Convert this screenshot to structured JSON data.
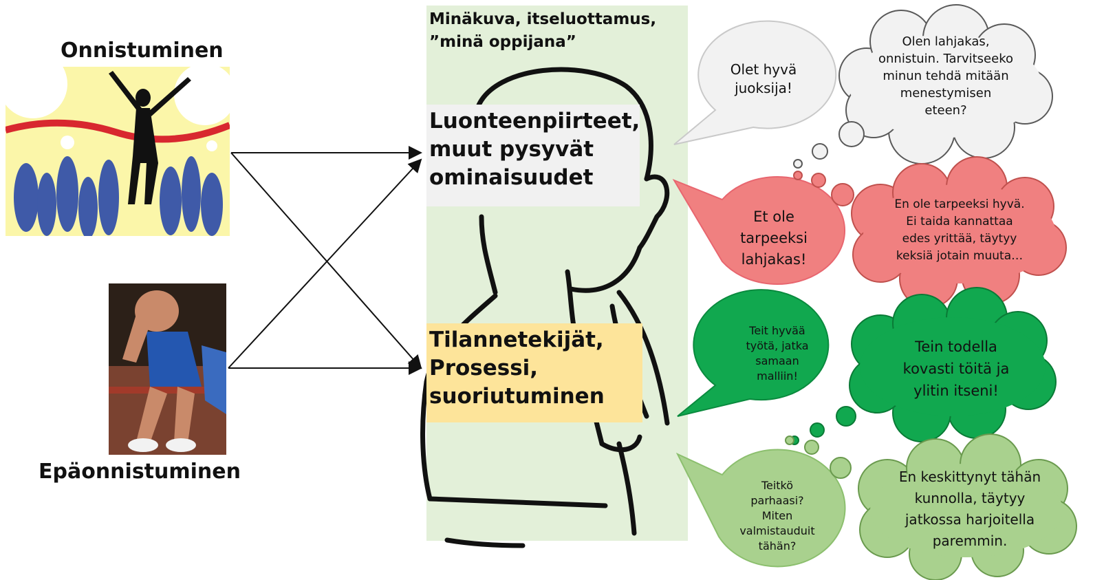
{
  "left": {
    "success_label": "Onnistuminen",
    "failure_label": "Epäonnistuminen",
    "success_image_icon": "finish-line-runners-image",
    "failure_image_icon": "dejected-athlete-image"
  },
  "panel": {
    "title_line1": "Minäkuva, itseluottamus,",
    "title_line2": "”minä oppijana”",
    "stable_box": [
      "Luonteenpiirteet,",
      "muut pysyvät",
      "ominaisuudet"
    ],
    "situational_box": [
      "Tilannetekijät,",
      "Prosessi,",
      "suoriutuminen"
    ]
  },
  "rows": [
    {
      "speech": [
        "Olet hyvä",
        "juoksija!"
      ],
      "thought": [
        "Olen lahjakas,",
        "onnistuin. Tarvitseeko",
        "minun tehdä mitään",
        "menestymisen",
        "eteen?"
      ],
      "color": "#d9d9d9",
      "fill": "#f2f2f2"
    },
    {
      "speech": [
        "Et ole",
        "tarpeeksi",
        "lahjakas!"
      ],
      "thought": [
        "En ole tarpeeksi hyvä.",
        "Ei taida kannattaa",
        "edes yrittää, täytyy",
        "keksiä jotain muuta…"
      ],
      "color": "#e8666f",
      "fill": "#f08080"
    },
    {
      "speech": [
        "Teit hyvää",
        "työtä, jatka",
        "samaan",
        "malliin!"
      ],
      "thought": [
        "Tein todella",
        "kovasti töitä ja",
        "ylitin itseni!"
      ],
      "color": "#0aa24b",
      "fill": "#11a84f"
    },
    {
      "speech": [
        "Teitkö",
        "parhaasi?",
        "Miten",
        "valmistauduit",
        "tähän?"
      ],
      "thought": [
        "En keskittynyt tähän",
        "kunnolla, täytyy",
        "jatkossa harjoitella",
        "paremmin."
      ],
      "color": "#9ccf86",
      "fill": "#a9d18e"
    }
  ]
}
